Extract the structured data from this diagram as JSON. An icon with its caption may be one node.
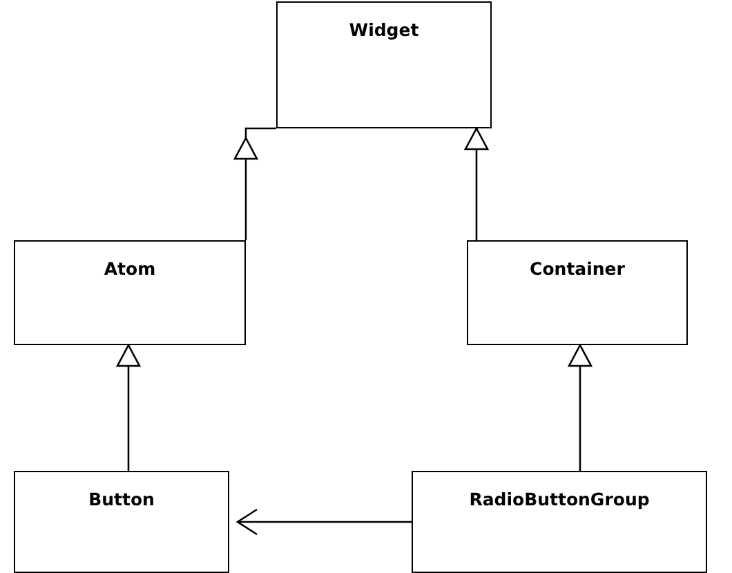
{
  "diagram": {
    "nodes": [
      {
        "text": [
          "Widget"
        ]
      },
      {
        "text": [
          "Atom"
        ]
      },
      {
        "text": [
          "Container"
        ]
      },
      {
        "text": [
          "Button"
        ]
      },
      {
        "text": [
          "RadioButtonGroup"
        ]
      }
    ],
    "edges": [
      {
        "from": 1,
        "to": 0,
        "arrow": "to"
      },
      {
        "from": 2,
        "to": 0,
        "arrow": "to"
      },
      {
        "from": 3,
        "to": 1,
        "arrow": "to"
      },
      {
        "from": 4,
        "to": 2,
        "arrow": "to"
      },
      {
        "from": 4,
        "to": 3,
        "arrow": "to"
      }
    ]
  }
}
